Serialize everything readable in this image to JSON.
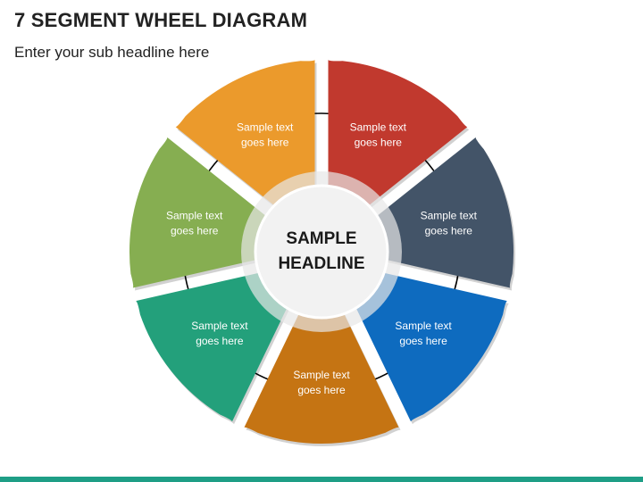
{
  "header": {
    "title": "7 SEGMENT WHEEL DIAGRAM",
    "subtitle": "Enter your sub headline here"
  },
  "center": {
    "line1": "SAMPLE",
    "line2": "HEADLINE"
  },
  "segments": [
    {
      "line1": "Sample text",
      "line2": "goes here",
      "color": "#C1392E"
    },
    {
      "line1": "Sample text",
      "line2": "goes here",
      "color": "#435468"
    },
    {
      "line1": "Sample text",
      "line2": "goes here",
      "color": "#0E6BBF"
    },
    {
      "line1": "Sample text",
      "line2": "goes here",
      "color": "#C57413"
    },
    {
      "line1": "Sample text",
      "line2": "goes here",
      "color": "#23A07B"
    },
    {
      "line1": "Sample text",
      "line2": "goes here",
      "color": "#86AE51"
    },
    {
      "line1": "Sample text",
      "line2": "goes here",
      "color": "#EB9A2C"
    }
  ],
  "colors": {
    "bottom_bar": "#1E9E86",
    "ring": "#000000",
    "center_fill": "#F2F2F2",
    "center_halo": "#E7E7E7"
  }
}
